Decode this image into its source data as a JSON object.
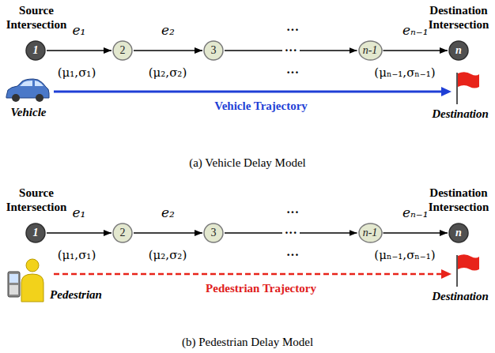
{
  "diagram": {
    "nodes": [
      {
        "text": [
          "1"
        ]
      },
      {
        "text": [
          "2"
        ]
      },
      {
        "text": [
          "3"
        ]
      },
      {
        "text": [
          "n-1"
        ]
      },
      {
        "text": [
          "n"
        ]
      },
      {
        "text": [
          "1"
        ]
      },
      {
        "text": [
          "2"
        ]
      },
      {
        "text": [
          "3"
        ]
      },
      {
        "text": [
          "n-1"
        ]
      },
      {
        "text": [
          "n"
        ]
      }
    ],
    "edges": [
      {
        "from": 0,
        "to": 1,
        "arrow": "to",
        "label": "e₁"
      },
      {
        "from": 1,
        "to": 2,
        "arrow": "to",
        "label": "e₂"
      },
      {
        "from": 2,
        "to": 3,
        "arrow": "to",
        "label": "···"
      },
      {
        "from": 3,
        "to": 4,
        "arrow": "to",
        "label": "eₙ₋₁"
      },
      {
        "from": 5,
        "to": 6,
        "arrow": "to",
        "label": "e₁"
      },
      {
        "from": 6,
        "to": 7,
        "arrow": "to",
        "label": "e₂"
      },
      {
        "from": 7,
        "to": 8,
        "arrow": "to",
        "label": "···"
      },
      {
        "from": 8,
        "to": 9,
        "arrow": "to",
        "label": "eₙ₋₁"
      }
    ],
    "labels": [
      "Source Intersection",
      "Destination Intersection",
      "···",
      "(μ₁,σ₁)",
      "(μ₂,σ₂)",
      "···",
      "(μₙ₋₁,σₙ₋₁)",
      "Vehicle",
      "Vehicle Trajectory",
      "Destination",
      "(a) Vehicle Delay Model",
      "Source Intersection",
      "Destination Intersection",
      "···",
      "(μ₁,σ₁)",
      "(μ₂,σ₂)",
      "···",
      "(μₙ₋₁,σₙ₋₁)",
      "Pedestrian",
      "Pedestrian Trajectory",
      "Destination",
      "(b) Pedestrian Delay Model"
    ]
  }
}
